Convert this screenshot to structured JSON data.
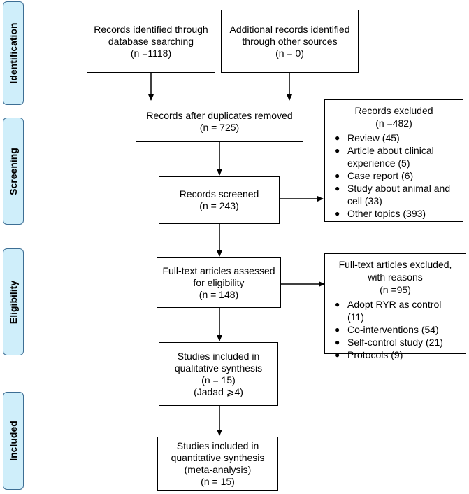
{
  "phases": {
    "identification": "Identification",
    "screening": "Screening",
    "eligibility": "Eligibility",
    "included": "Included"
  },
  "boxes": {
    "database": [
      "Records identified through",
      "database searching",
      "(n =1118)"
    ],
    "other_sources": [
      "Additional records identified",
      "through other sources",
      "(n = 0)"
    ],
    "duplicates_removed": [
      "Records after duplicates removed",
      "(n = 725)"
    ],
    "screened": [
      "Records screened",
      "(n = 243)"
    ],
    "fulltext_assessed": [
      "Full-text articles assessed",
      "for eligibility",
      "(n =  148)"
    ],
    "qualitative": [
      "Studies included in",
      "qualitative synthesis",
      "(n = 15)",
      "(Jadad ⩾4)"
    ],
    "quantitative": [
      "Studies included in",
      "quantitative synthesis",
      "(meta-analysis)",
      "(n = 15)"
    ]
  },
  "records_excluded": {
    "title": "Records excluded",
    "count": "(n =482)",
    "reasons": [
      "Review (45)",
      "Article about clinical",
      "experience (5)",
      "Case report (6)",
      "Study about animal and",
      "cell (33)",
      "Other topics (393)"
    ]
  },
  "fulltext_excluded": {
    "title": "Full-text articles excluded,",
    "subtitle": "with reasons",
    "count": "(n =95)",
    "reasons": [
      "Adopt RYR as control (11)",
      "Co-interventions (54)",
      "Self-control study (21)",
      "Protocols (9)"
    ]
  }
}
